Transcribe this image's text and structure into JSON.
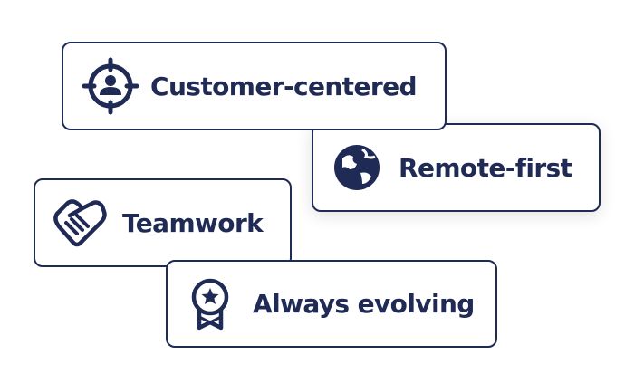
{
  "cards": [
    {
      "label": "Customer-centered",
      "icon": "target-user-icon"
    },
    {
      "label": "Remote-first",
      "icon": "globe-icon"
    },
    {
      "label": "Teamwork",
      "icon": "handshake-icon"
    },
    {
      "label": "Always evolving",
      "icon": "award-badge-icon"
    }
  ],
  "colors": {
    "primary": "#1f2a55",
    "background": "#ffffff"
  }
}
